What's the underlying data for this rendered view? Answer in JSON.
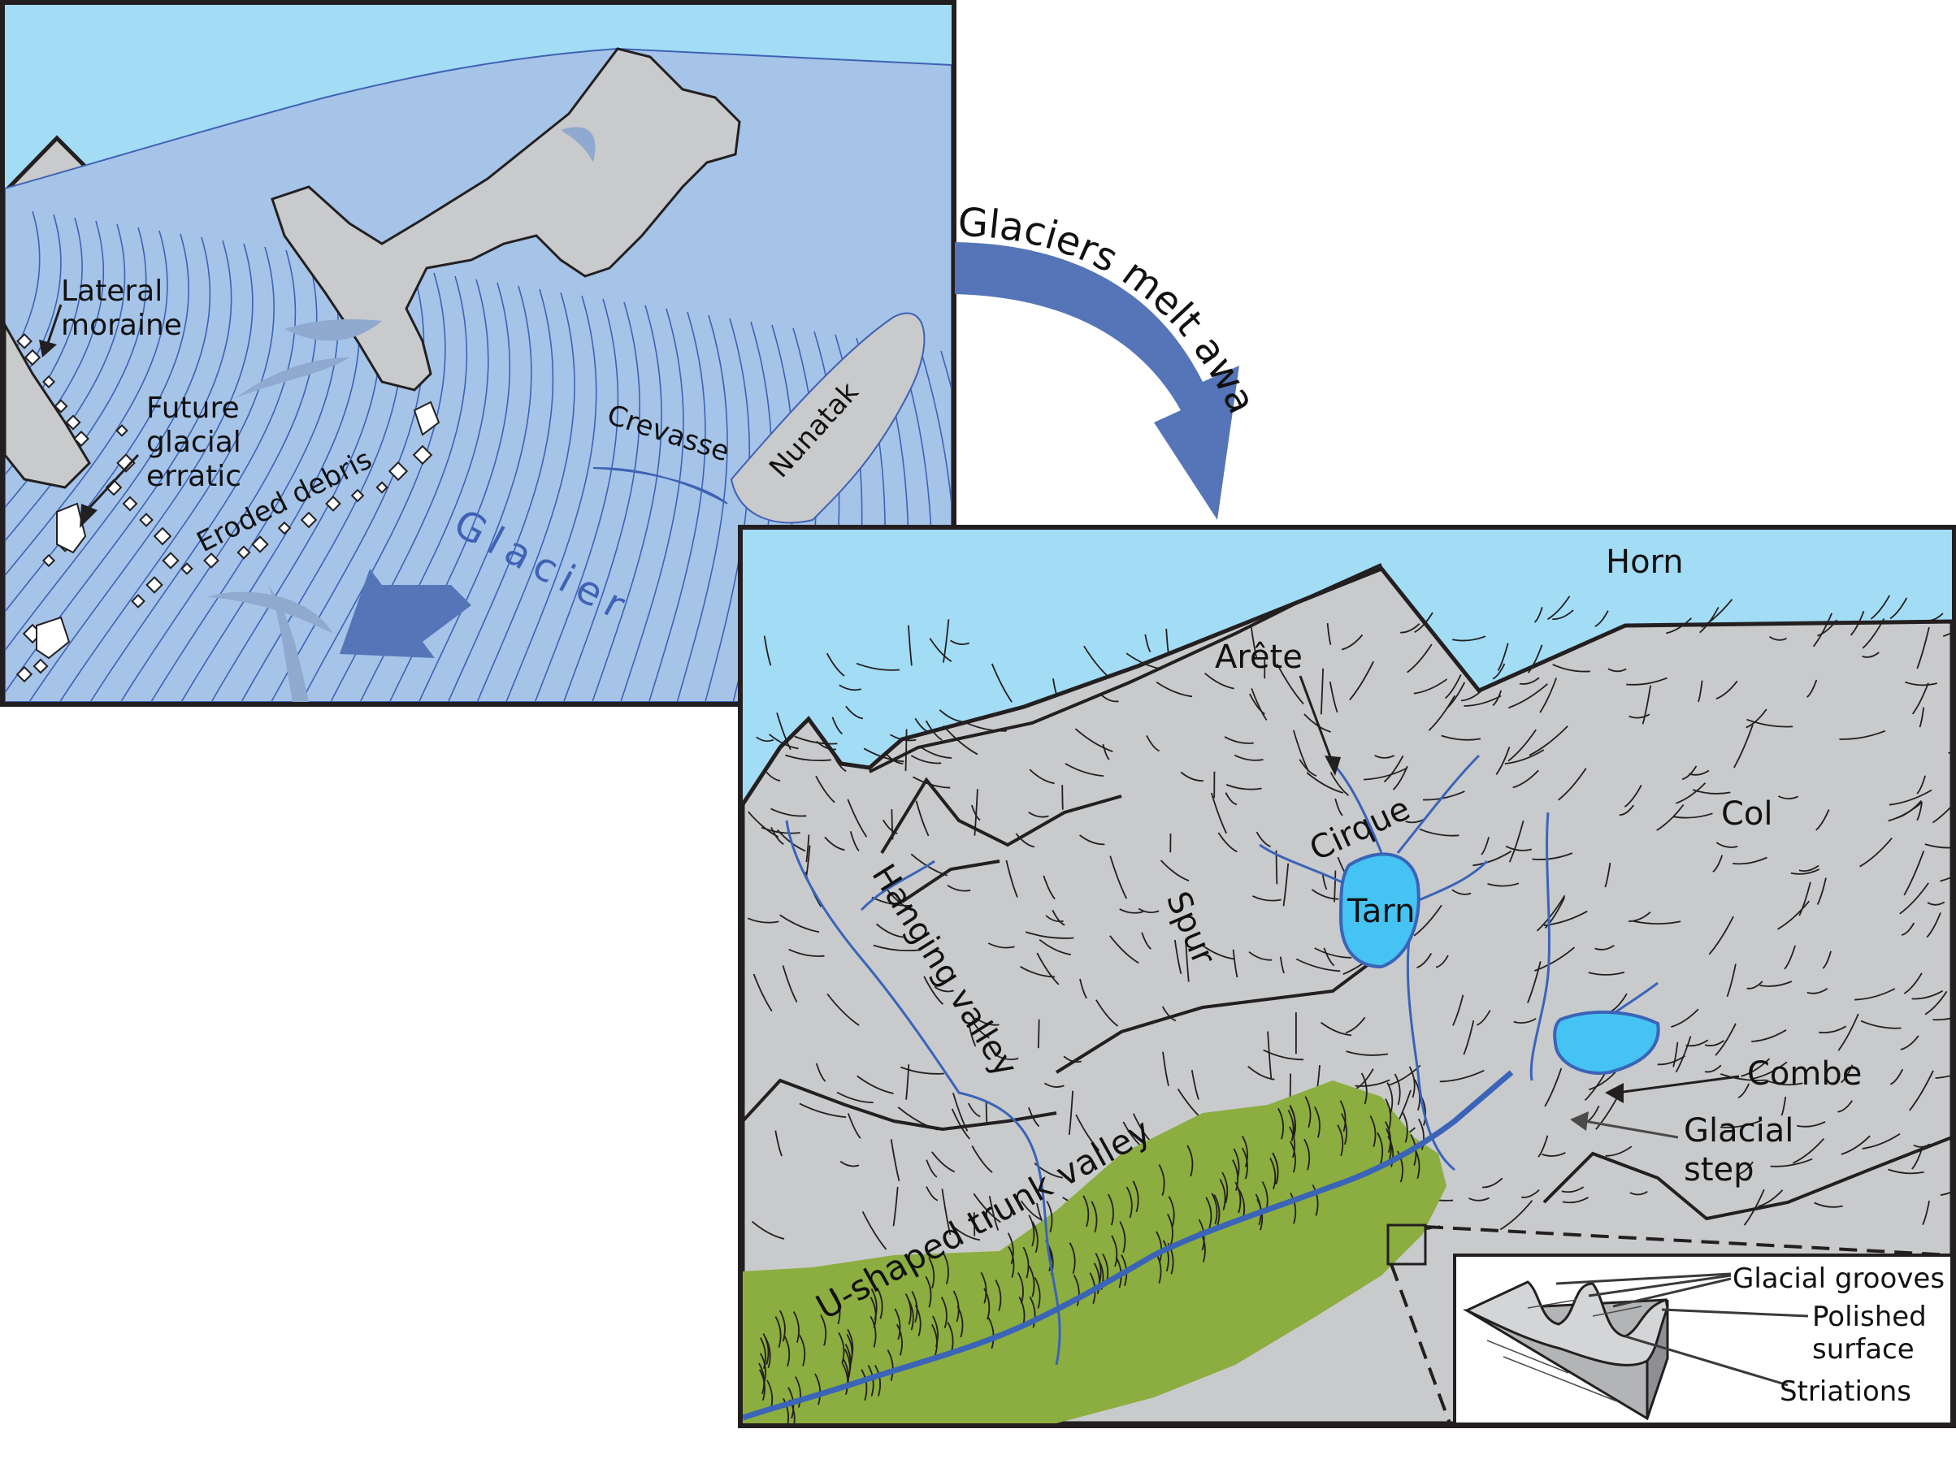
{
  "colors": {
    "sky": "#a3dcf5",
    "ice": "#a5c4e8",
    "ice_dark": "#8fa9cf",
    "flow_line": "#3f62b5",
    "rock": "#c9cacc",
    "grass": "#8cad3f",
    "water": "#45c3f2",
    "stream": "#3a64b8",
    "arrow": "#5575b8",
    "outline": "#231f20"
  },
  "panel_before": {
    "title": "Glaciated landscape",
    "labels": {
      "lateral_moraine": [
        "Lateral",
        "moraine"
      ],
      "future_erratic": [
        "Future",
        "glacial",
        "erratic"
      ],
      "eroded_debris": "Eroded debris",
      "crevasse": "Crevasse",
      "nunatak": "Nunatak",
      "glacier": "Glacier"
    }
  },
  "transition": {
    "label": "Glaciers melt away"
  },
  "panel_after": {
    "title": "Deglaciated landscape",
    "labels": {
      "horn": "Horn",
      "arete": "Arête",
      "cirque": "Cirque",
      "tarn": "Tarn",
      "col": "Col",
      "spur": "Spur",
      "hanging_valley": "Hanging valley",
      "combe": "Combe",
      "glacial_step": [
        "Glacial",
        "step"
      ],
      "trunk_valley": "U-shaped trunk valley"
    }
  },
  "inset": {
    "labels": {
      "grooves": "Glacial grooves",
      "polished": [
        "Polished",
        "surface"
      ],
      "striations": "Striations"
    }
  }
}
